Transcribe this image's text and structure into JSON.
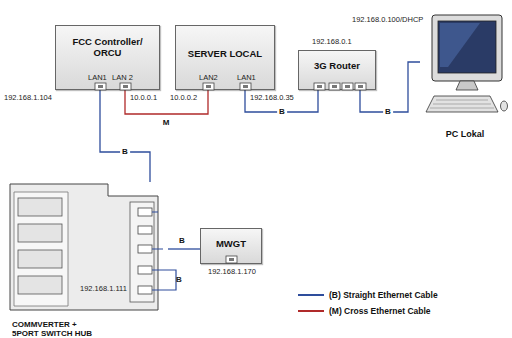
{
  "diagram": {
    "nodes": [
      {
        "text": [
          "FCC Controller/ ORCU"
        ]
      },
      {
        "text": [
          "SERVER LOCAL"
        ]
      },
      {
        "text": [
          "3G Router"
        ]
      },
      {
        "text": [
          "PC Lokal"
        ]
      },
      {
        "text": [
          "COMMVERTER + 5PORT SWITCH HUB"
        ]
      },
      {
        "text": [
          "MWGT"
        ]
      }
    ],
    "edges": [
      {
        "from": 0,
        "to": 1,
        "label": "M",
        "arrow": "none"
      },
      {
        "from": 1,
        "to": 2,
        "label": "B",
        "arrow": "none"
      },
      {
        "from": 2,
        "to": 3,
        "label": "B",
        "arrow": "none"
      },
      {
        "from": 0,
        "to": 4,
        "label": "B",
        "arrow": "none"
      },
      {
        "from": 4,
        "to": 5,
        "label": "B",
        "arrow": "none"
      }
    ],
    "labels": [
      "LAN1",
      "LAN 2",
      "10.0.0.1",
      "10.0.0.2",
      "LAN2",
      "LAN1",
      "192.168.1.104",
      "192.168.0.35",
      "192.168.0.1",
      "192.168.0.100/DHCP",
      "B",
      "192.168.1.170",
      "192.168.1.111"
    ],
    "legend": [
      {
        "text": "(B) Straight Ethernet Cable"
      },
      {
        "text": "(M) Cross Ethernet Cable"
      }
    ]
  }
}
